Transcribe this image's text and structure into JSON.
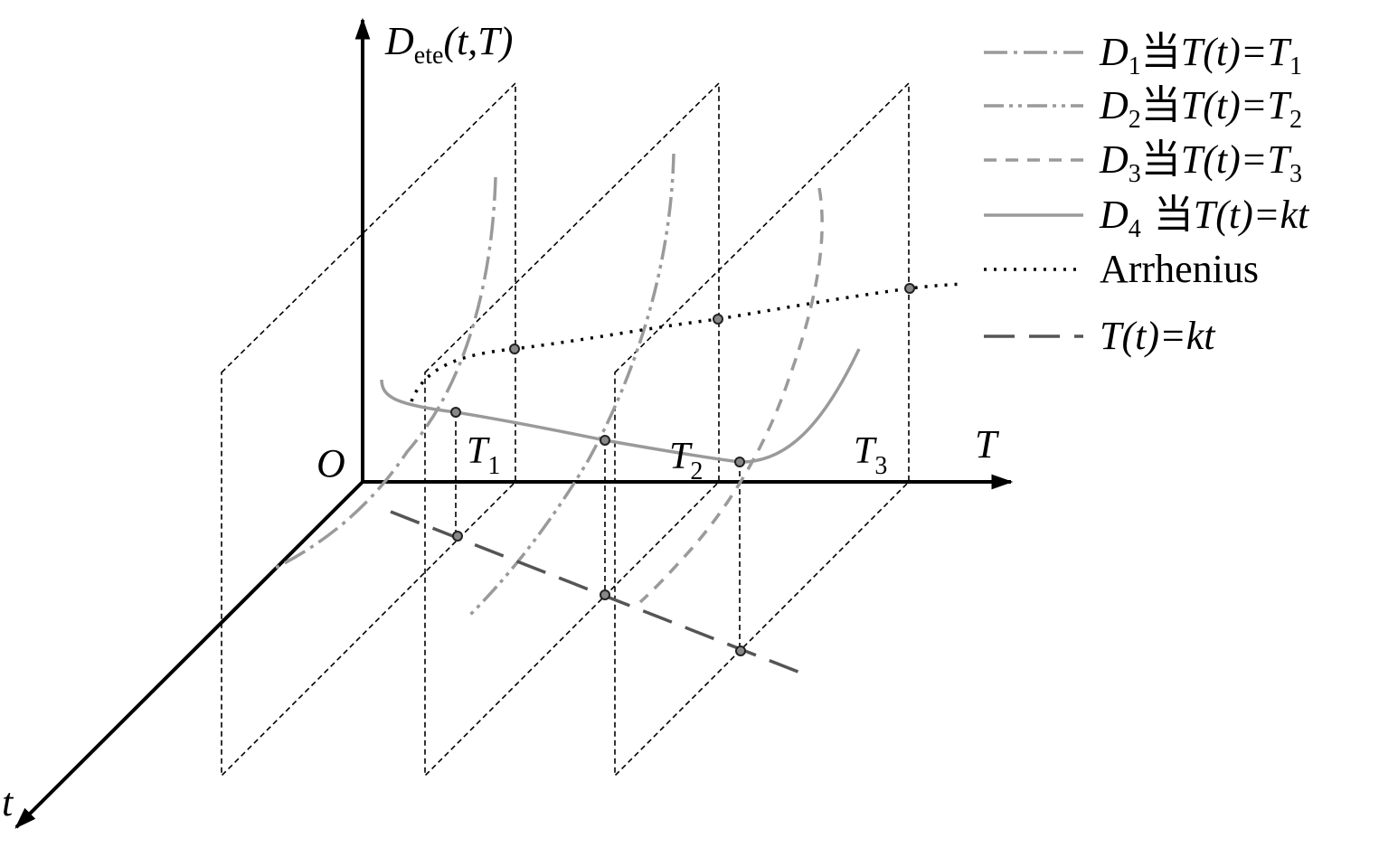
{
  "axes": {
    "y_label_main": "D",
    "y_label_sub": "ete",
    "y_label_args": "(t,T)",
    "x_label": "T",
    "z_label": "t",
    "origin_label": "O"
  },
  "ticks": [
    {
      "main": "T",
      "sub": "1"
    },
    {
      "main": "T",
      "sub": "2"
    },
    {
      "main": "T",
      "sub": "3"
    }
  ],
  "legend": [
    {
      "id": "d1",
      "main": "D",
      "sub": "1",
      "cn": "当",
      "tail": "T(t)=T",
      "tail_sub": "1",
      "color": "#9a9a9a",
      "dash": "26 7 4 7"
    },
    {
      "id": "d2",
      "main": "D",
      "sub": "2",
      "cn": "当",
      "tail": "T(t)=T",
      "tail_sub": "2",
      "color": "#9a9a9a",
      "dash": "22 6 4 6 4 6"
    },
    {
      "id": "d3",
      "main": "D",
      "sub": "3",
      "cn": "当",
      "tail": "T(t)=T",
      "tail_sub": "3",
      "color": "#9a9a9a",
      "dash": "14 10"
    },
    {
      "id": "d4",
      "main": "D",
      "sub": "4",
      "cn": "当",
      "tail": "T(t)=kt",
      "tail_sub": "",
      "color": "#9a9a9a",
      "dash": ""
    },
    {
      "id": "arrhenius",
      "main": "Arrhenius",
      "sub": "",
      "cn": "",
      "tail": "",
      "tail_sub": "",
      "color": "#000000",
      "dash": "3 8"
    },
    {
      "id": "tkt",
      "main": "",
      "sub": "",
      "cn": "",
      "tail": "T(t)=kt",
      "tail_sub": "",
      "color": "#555555",
      "dash": "34 16"
    }
  ]
}
